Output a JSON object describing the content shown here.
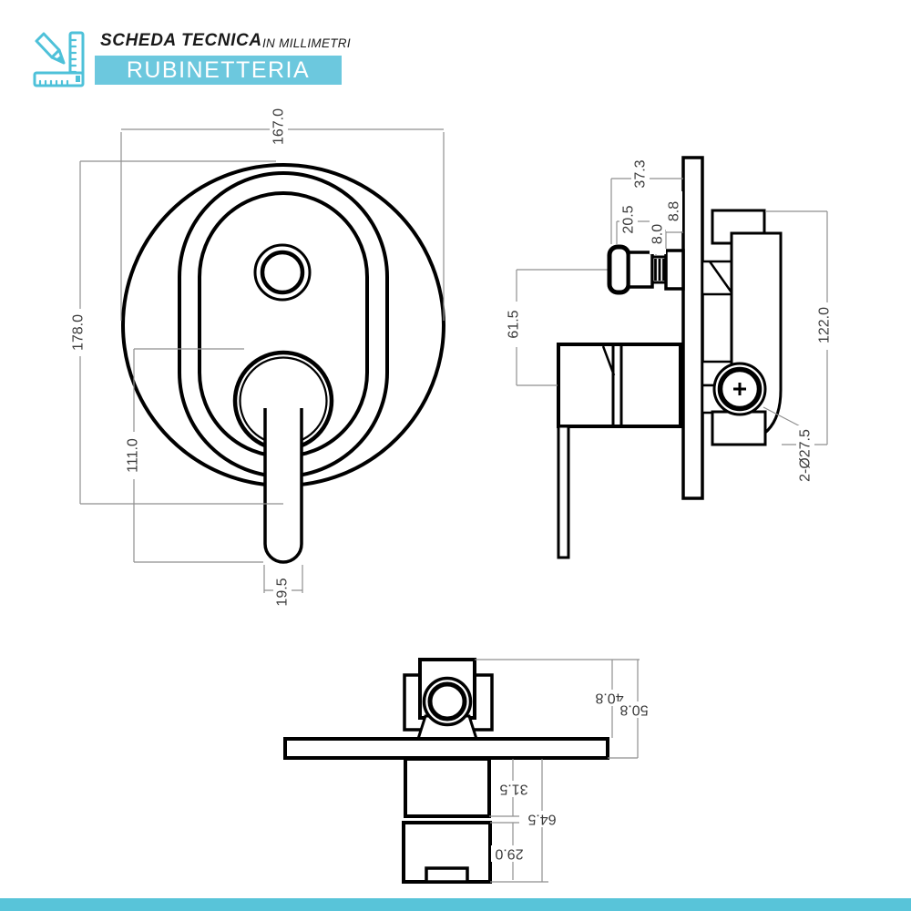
{
  "header": {
    "title": "SCHEDA TECNICA",
    "unit_note": "IN MILLIMETRI",
    "category": "RUBINETTERIA"
  },
  "colors": {
    "accent": "#4ec1d9",
    "brand_box": "#6cc8de",
    "footer_bar": "#58c4d9",
    "dimension_line": "#8f8f8f",
    "dimension_text": "#3b3b3b",
    "drawing_line": "#000000"
  },
  "views": {
    "front": {
      "dims": {
        "plate_diameter": "167.0",
        "overall_height": "178.0",
        "handle_length": "111.0",
        "lever_width": "19.5"
      }
    },
    "side": {
      "dims": {
        "knob_projection": "37.3",
        "knob_cap": "20.5",
        "knob_stem": "8.0",
        "knob_base": "8.8",
        "knob_offset": "61.5",
        "body_height": "122.0",
        "holes": "2-Ø27.5"
      }
    },
    "bottom": {
      "dims": {
        "body_to_plate": "40.8",
        "body_total_depth": "50.8",
        "hub_depth": "31.5",
        "total_depth": "64.5",
        "lever_end_depth": "29.0"
      }
    }
  }
}
